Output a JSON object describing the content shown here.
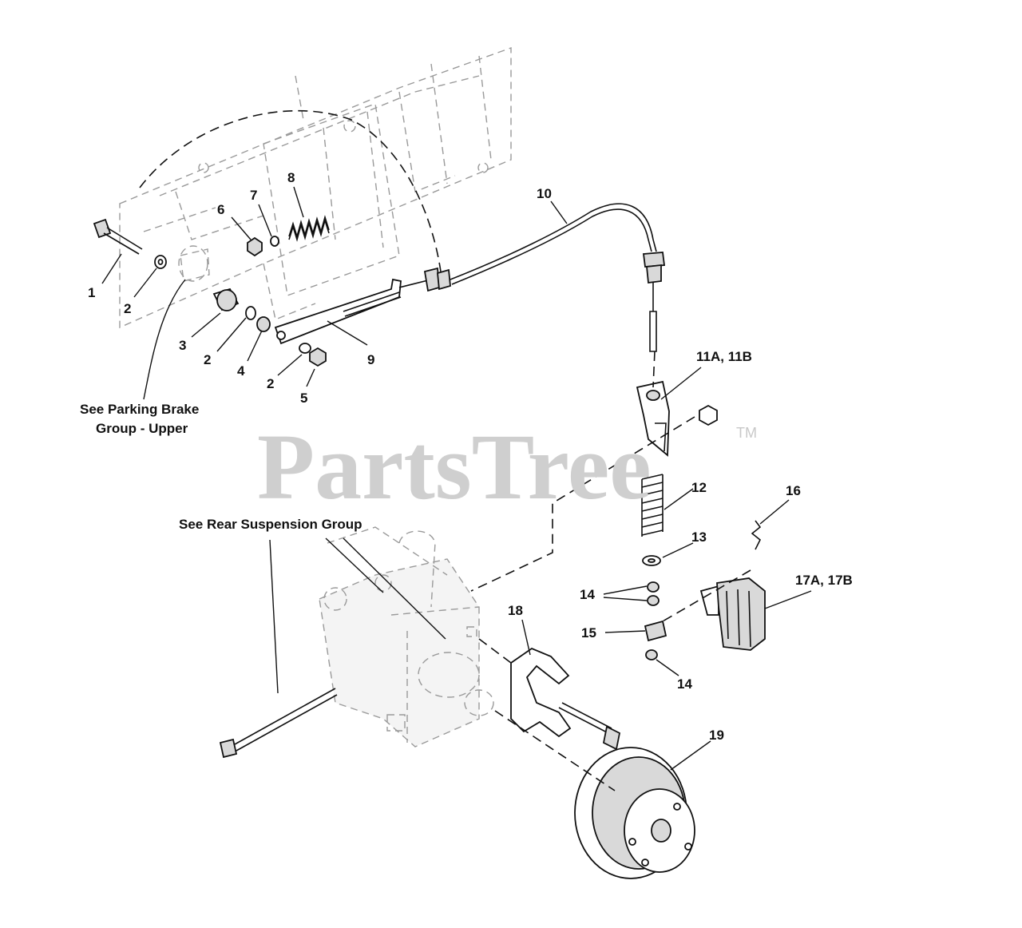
{
  "watermark": {
    "text": "PartsTree",
    "mark": "TM"
  },
  "notes": {
    "parking_brake_line1": "See Parking Brake",
    "parking_brake_line2": "Group - Upper",
    "rear_suspension": "See Rear Suspension Group"
  },
  "callouts": {
    "c1": "1",
    "c2a": "2",
    "c3": "3",
    "c2b": "2",
    "c4": "4",
    "c2c": "2",
    "c5": "5",
    "c6": "6",
    "c7": "7",
    "c8": "8",
    "c9": "9",
    "c10": "10",
    "c11": "11A, 11B",
    "c12": "12",
    "c13": "13",
    "c14a": "14",
    "c14b": "14",
    "c15": "15",
    "c16": "16",
    "c17": "17A, 17B",
    "c18": "18",
    "c19": "19"
  }
}
